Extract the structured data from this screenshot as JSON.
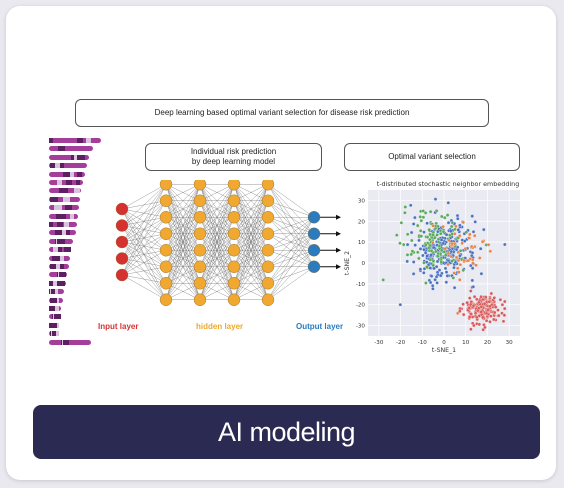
{
  "diagram": {
    "top_box": "Deep learning based optimal variant selection for disease risk prediction",
    "risk_box_line1": "Individual risk prediction",
    "risk_box_line2": "by deep learning model",
    "optimal_box": "Optimal variant selection",
    "layers": {
      "input": "Input layer",
      "hidden": "hidden layer",
      "output": "Output layer"
    },
    "colors": {
      "input": "#d63131",
      "hidden": "#f0a830",
      "output": "#2b7bbd",
      "cluster_blue": "#4a72c0",
      "cluster_green": "#5aa85a",
      "cluster_red": "#d65b5b",
      "cluster_orange": "#e8834a"
    }
  },
  "chart_data": {
    "type": "scatter",
    "title": "t-distributed stochastic neighbor embedding",
    "xlabel": "t-SNE_1",
    "ylabel": "t-SNE_2",
    "xlim": [
      -35,
      35
    ],
    "ylim": [
      -35,
      35
    ],
    "xticks": [
      "-30",
      "-20",
      "-10",
      "0",
      "10",
      "20",
      "30"
    ],
    "yticks": [
      "30",
      "20",
      "10",
      "0",
      "-10",
      "-20",
      "-30"
    ],
    "grid": true,
    "series": [
      {
        "color": "#4a72c0",
        "center": [
          0,
          6
        ],
        "spread": [
          12,
          12
        ],
        "count": 260
      },
      {
        "color": "#5aa85a",
        "center": [
          -4,
          10
        ],
        "spread": [
          12,
          12
        ],
        "count": 110
      },
      {
        "color": "#e8834a",
        "center": [
          8,
          6
        ],
        "spread": [
          12,
          12
        ],
        "count": 50
      },
      {
        "color": "#d65b5b",
        "center": [
          18,
          -22
        ],
        "spread": [
          7,
          6
        ],
        "count": 180
      }
    ]
  },
  "banner": {
    "label": "AI modeling"
  }
}
